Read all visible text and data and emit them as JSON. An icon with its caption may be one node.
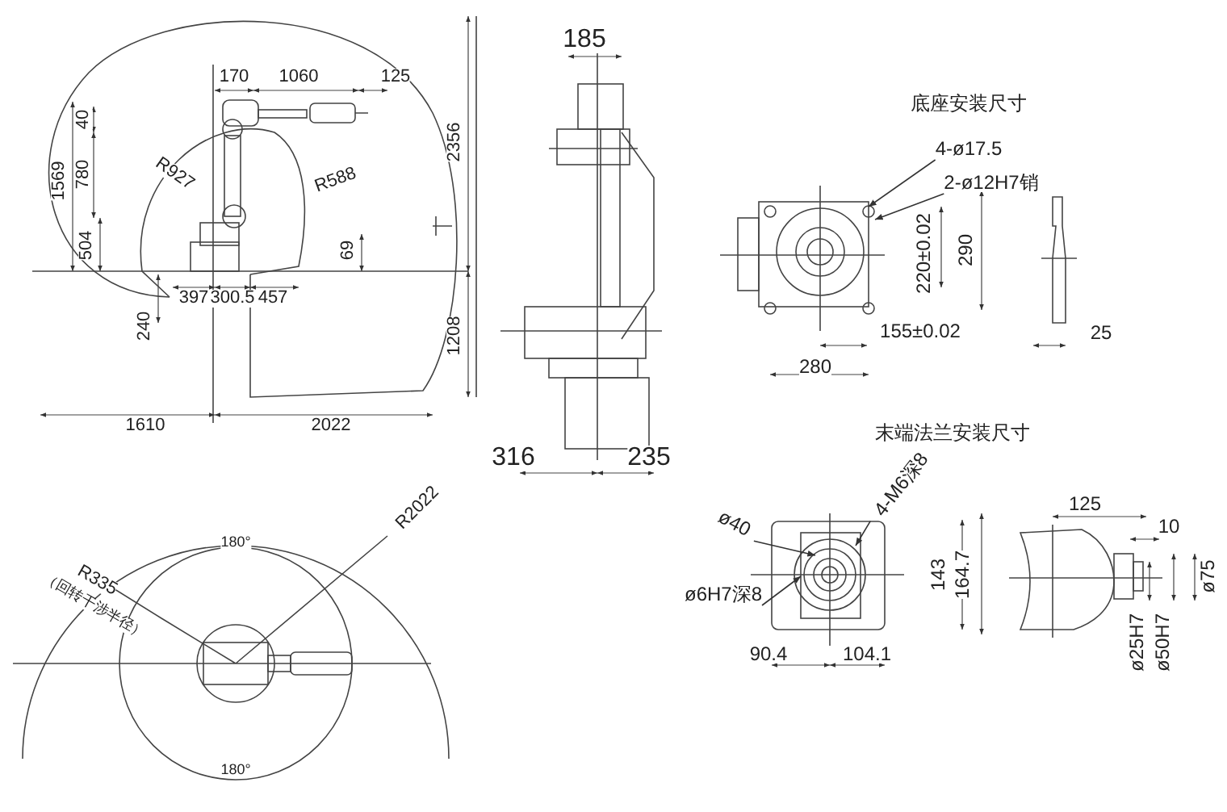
{
  "diagram": {
    "nodes": [
      {
        "text": [
          "4-ø17.5"
        ]
      },
      {
        "text": [
          "2-ø12H7销"
        ]
      },
      {
        "text": [
          "4-M6深8"
        ]
      },
      {
        "text": [
          "ø40"
        ]
      },
      {
        "text": [
          "ø6H7深8"
        ]
      }
    ],
    "edges": [
      {
        "from": 0,
        "to": null,
        "arrow": "to"
      },
      {
        "from": 1,
        "to": null,
        "arrow": "to"
      },
      {
        "from": 2,
        "to": null,
        "arrow": "to"
      },
      {
        "from": 3,
        "to": null,
        "arrow": "to"
      },
      {
        "from": 4,
        "to": null,
        "arrow": "to"
      }
    ],
    "labels": [
      "170",
      "1060",
      "125",
      "40",
      "780",
      "1569",
      "R927",
      "R588",
      "2356",
      "504",
      "69",
      "397",
      "300.5",
      "457",
      "240",
      "1208",
      "1610",
      "2022",
      "185",
      "316",
      "235",
      "底座安装尺寸",
      "220±0.02",
      "290",
      "155±0.02",
      "280",
      "25",
      "末端法兰安装尺寸",
      "143",
      "164.7",
      "90.4",
      "104.1",
      "125",
      "10",
      "ø75",
      "ø25H7",
      "ø50H7",
      "180°",
      "R335",
      "（回转干涉半径）",
      "R2022",
      "180°"
    ]
  }
}
